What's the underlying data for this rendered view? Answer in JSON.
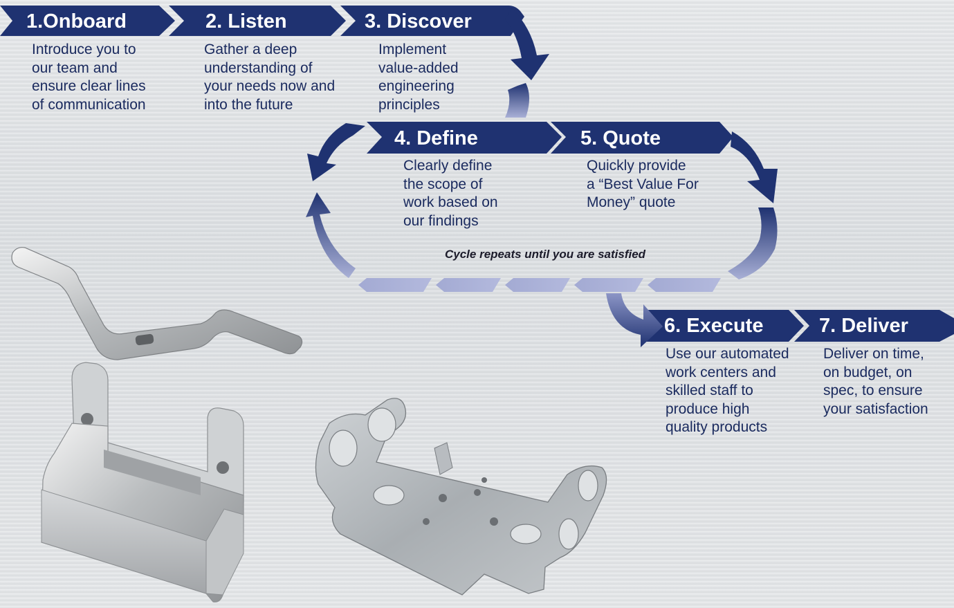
{
  "colors": {
    "arrow_dark": "#1f3271",
    "arrow_light": "#a9b0d6",
    "title_text": "#ffffff",
    "desc_text": "#1a2a5e"
  },
  "steps": [
    {
      "title": "1.Onboard",
      "description": "Introduce you to\nour team and\nensure clear lines\nof communication"
    },
    {
      "title": "2. Listen",
      "description": "Gather a deep\nunderstanding of\nyour needs now and\ninto the future"
    },
    {
      "title": "3. Discover",
      "description": "Implement\nvalue-added\nengineering\nprinciples"
    },
    {
      "title": "4. Define",
      "description": "Clearly define\nthe scope of\nwork based on\nour findings"
    },
    {
      "title": "5. Quote",
      "description": "Quickly provide\na “Best Value For\nMoney” quote"
    },
    {
      "title": "6. Execute",
      "description": "Use our automated\nwork centers and\nskilled staff to\nproduce high\nquality products"
    },
    {
      "title": "7. Deliver",
      "description": "Deliver on time,\non budget, on\nspec, to ensure\nyour satisfaction"
    }
  ],
  "cycle_note": "Cycle repeats until you are satisfied",
  "images": [
    {
      "name": "bent-strap-bracket-image"
    },
    {
      "name": "folded-box-bracket-image"
    },
    {
      "name": "galvanized-mounting-plate-image"
    }
  ]
}
